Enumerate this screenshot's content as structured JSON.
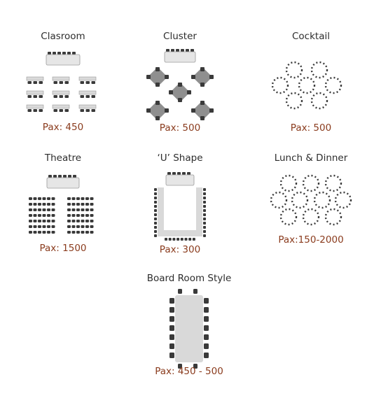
{
  "layouts": [
    {
      "name": "Clasroom",
      "capacity": "Pax:  450"
    },
    {
      "name": "Cluster",
      "capacity": "Pax:  500"
    },
    {
      "name": "Cocktail",
      "capacity": "Pax: 500"
    },
    {
      "name": "Theatre",
      "capacity": "Pax: 1500"
    },
    {
      "name": "‘U’ Shape",
      "capacity": "Pax: 300"
    },
    {
      "name": "Lunch & Dinner",
      "capacity": "Pax:150-2000"
    },
    {
      "name": "Board Room Style",
      "capacity": "Pax: 450 - 500"
    }
  ],
  "colors": {
    "title": "#2d2d2d",
    "capacity": "#8a3b1d",
    "table": "#d9d9d9",
    "chair": "#3a3a3a"
  }
}
